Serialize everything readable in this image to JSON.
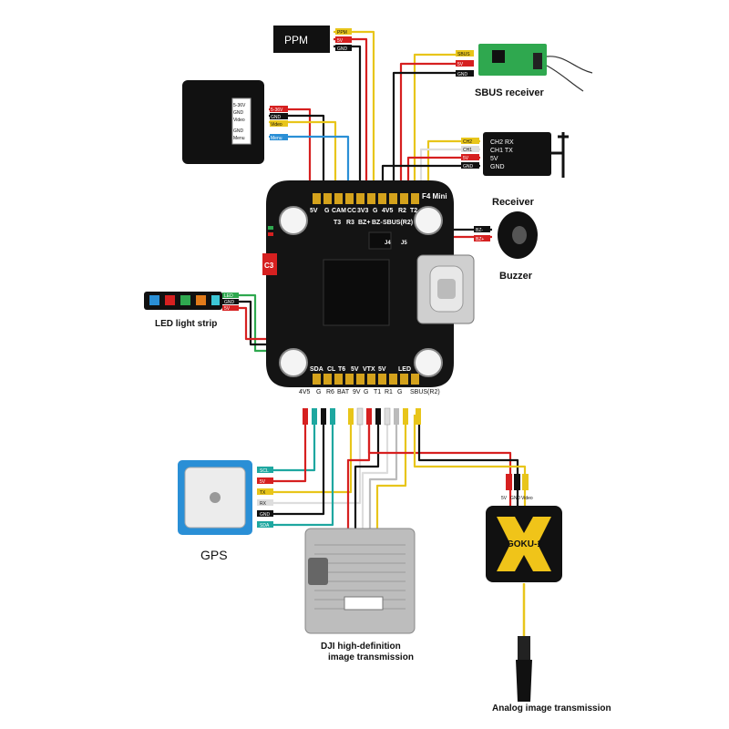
{
  "labels": {
    "ppm": "PPM",
    "sbus_receiver": "SBUS receiver",
    "receiver": "Receiver",
    "buzzer": "Buzzer",
    "led_strip": "LED light strip",
    "gps": "GPS",
    "dji_line1": "DJI high-definition",
    "dji_line2": "image transmission",
    "analog": "Analog image transmission",
    "board": "F4 Mini",
    "vtx_model": "GOKU-1"
  },
  "ppm_wires": [
    "PPM",
    "5V",
    "GND"
  ],
  "sbus_wires": [
    "SBUS",
    "5V",
    "GND"
  ],
  "camera_pins": [
    "5-36V",
    "GND",
    "Video",
    "GND",
    "Menu"
  ],
  "camera_wires": [
    "5-36V",
    "GND",
    "Video",
    "Menu"
  ],
  "receiver_pins": [
    "CH2 RX",
    "CH1 TX",
    "5V",
    "GND"
  ],
  "receiver_wires": [
    "CH2",
    "CH1",
    "5V",
    "GND"
  ],
  "buzzer_wires": [
    "BZ-",
    "BZ+"
  ],
  "led_wires": [
    "LED",
    "GND",
    "5V"
  ],
  "gps_wires": [
    "SCL",
    "5V",
    "TX",
    "RX",
    "GND",
    "SDA"
  ],
  "top_pads": [
    "5V",
    "G",
    "CAM",
    "CC",
    "3V3",
    "G",
    "4V5",
    "R2",
    "T2"
  ],
  "top_pads_row2": [
    "T3",
    "R3",
    "BZ+",
    "BZ-",
    "SBUS(R2)"
  ],
  "bottom_pads": [
    "SDA",
    "CL",
    "T6",
    "5V",
    "VTX",
    "5V",
    "LED"
  ],
  "bottom_pads_row2": [
    "4V5",
    "G",
    "R6",
    "BAT",
    "9V",
    "G",
    "T1",
    "R1",
    "G",
    "SBUS(R2)"
  ],
  "vtx_wires": [
    "5V",
    "GND",
    "Video"
  ],
  "board_marks": [
    "J4",
    "J5",
    "C3"
  ],
  "colors": {
    "red": "#d62020",
    "black": "#111111",
    "yellow": "#e8c51a",
    "blue": "#2a8fd6",
    "teal": "#1ea7a0",
    "green": "#2fa84f",
    "white": "#dddddd",
    "pcb": "#141414",
    "pad": "#d4a21c",
    "vtx_yellow": "#f0c419"
  }
}
